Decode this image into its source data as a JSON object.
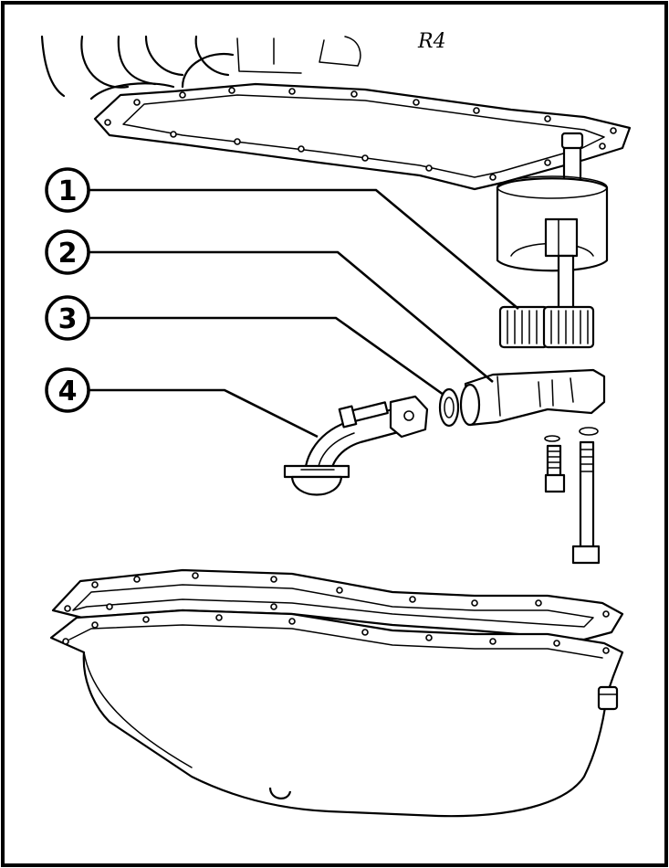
{
  "figure": {
    "signature": "R4"
  },
  "callouts": [
    {
      "number": "1",
      "part": "oil-pump-gears"
    },
    {
      "number": "2",
      "part": "pickup-tube-flange"
    },
    {
      "number": "3",
      "part": "seal-ring"
    },
    {
      "number": "4",
      "part": "oil-strainer"
    }
  ],
  "colors": {
    "ink": "#000000",
    "paper": "#ffffff"
  },
  "icons": [
    "bolt-icon",
    "washer-icon"
  ]
}
